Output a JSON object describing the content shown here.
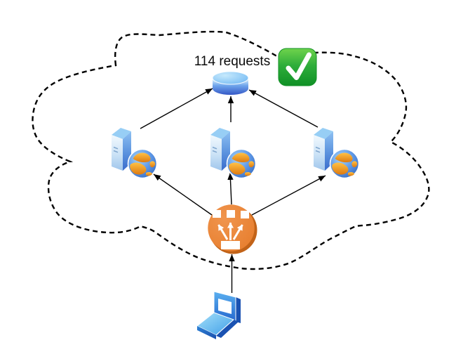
{
  "diagram": {
    "type": "cloud-network-topology",
    "background": "#ffffff",
    "label": {
      "text": "114 requests"
    },
    "status_icon": {
      "name": "check-mark-button",
      "glyph": "✓",
      "color_main": "#2eae3b"
    },
    "boundary": {
      "shape": "cloud",
      "stroke_style": "dashed",
      "color": "#000000"
    },
    "colors": {
      "server_blue": "#3a6ccc",
      "globe_orange": "#e8891c",
      "load_balancer_orange": "#e8823b",
      "database_blue": "#3457c6",
      "laptop_blue": "#2b74d6",
      "arrow": "#000000",
      "check_green": "#2eae3b"
    },
    "nodes": [
      {
        "id": "client-laptop",
        "icon": "laptop-icon"
      },
      {
        "id": "load-balancer",
        "icon": "load-balancer-icon"
      },
      {
        "id": "web-server-1",
        "icon": "server-globe-icon"
      },
      {
        "id": "web-server-2",
        "icon": "server-globe-icon"
      },
      {
        "id": "web-server-3",
        "icon": "server-globe-icon"
      },
      {
        "id": "database",
        "icon": "database-cylinder-icon"
      }
    ],
    "edges": [
      {
        "from": "client-laptop",
        "to": "load-balancer"
      },
      {
        "from": "load-balancer",
        "to": "web-server-1"
      },
      {
        "from": "load-balancer",
        "to": "web-server-2"
      },
      {
        "from": "load-balancer",
        "to": "web-server-3"
      },
      {
        "from": "web-server-1",
        "to": "database"
      },
      {
        "from": "web-server-2",
        "to": "database"
      },
      {
        "from": "web-server-3",
        "to": "database"
      }
    ]
  }
}
